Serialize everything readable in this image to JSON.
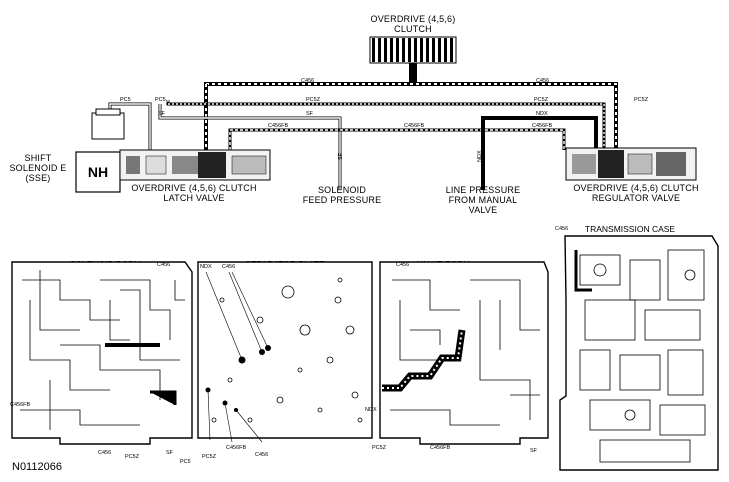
{
  "top_labels": {
    "overdrive_clutch": [
      "OVERDRIVE (4,5,6)",
      "CLUTCH"
    ],
    "shift_solenoid": [
      "SHIFT",
      "SOLENOID E",
      "(SSE)"
    ],
    "nh": "NH",
    "latch_valve": [
      "OVERDRIVE (4,5,6) CLUTCH",
      "LATCH VALVE"
    ],
    "feed_pressure": [
      "SOLENOID",
      "FEED PRESSURE"
    ],
    "line_pressure": [
      "LINE PRESSURE",
      "FROM MANUAL",
      "VALVE"
    ],
    "regulator_valve": [
      "OVERDRIVE (4,5,6) CLUTCH",
      "REGULATOR VALVE"
    ]
  },
  "passage_labels": {
    "c456": "C456",
    "pc5": "PC5",
    "pc5z": "PC5Z",
    "sf": "SF",
    "c456fb": "C456FB",
    "ndx": "NDX"
  },
  "panels": {
    "solenoid_body": {
      "title": "SOLENOID BODY",
      "callouts": [
        "C456",
        "C456FB",
        "C456",
        "PC5Z",
        "SF",
        "PC5"
      ]
    },
    "separator_plate": {
      "title": "SEPARATOR PLATE",
      "callouts": [
        "NDX",
        "C456",
        "PC5Z",
        "C456FB",
        "C456"
      ]
    },
    "valve_body": {
      "title": "VALVE BODY",
      "callouts": [
        "C456",
        "NDX",
        "PC5Z",
        "C456FB",
        "SF"
      ]
    },
    "transmission_case": {
      "title": "TRANSMISSION CASE",
      "callouts": [
        "C456"
      ]
    }
  },
  "figure_id": "N0112066"
}
